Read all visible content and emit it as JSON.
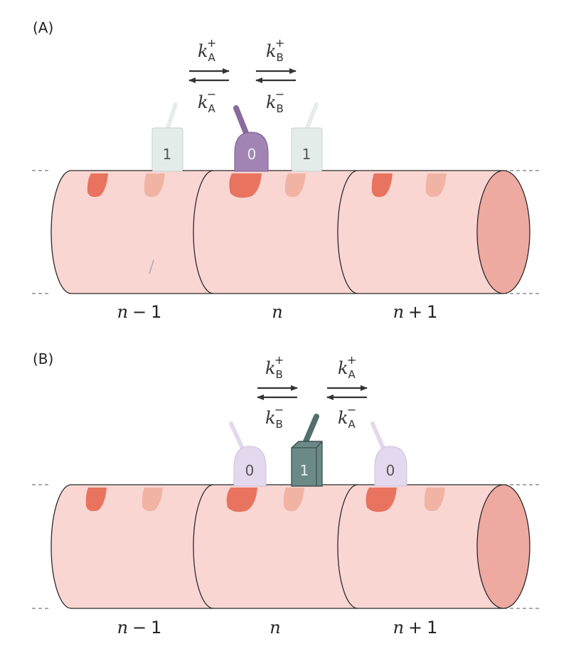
{
  "panels": [
    {
      "label": "(A)",
      "rates": [
        {
          "k": "k",
          "sub_fwd": "A",
          "sup_fwd": "+",
          "sub_rev": "A",
          "sup_rev": "−"
        },
        {
          "k": "k",
          "sub_fwd": "B",
          "sup_fwd": "+",
          "sub_rev": "B",
          "sup_rev": "−"
        }
      ],
      "subunits": [
        {
          "state": "1",
          "style": "pale-green"
        },
        {
          "state": "0",
          "style": "purple"
        },
        {
          "state": "1",
          "style": "pale-green"
        }
      ],
      "segments": [
        {
          "var": "n",
          "op": "−",
          "num": "1"
        },
        {
          "var": "n",
          "op": "",
          "num": ""
        },
        {
          "var": "n",
          "op": "+",
          "num": "1"
        }
      ]
    },
    {
      "label": "(B)",
      "rates": [
        {
          "k": "k",
          "sub_fwd": "B",
          "sup_fwd": "+",
          "sub_rev": "B",
          "sup_rev": "−"
        },
        {
          "k": "k",
          "sub_fwd": "A",
          "sup_fwd": "+",
          "sub_rev": "A",
          "sup_rev": "−"
        }
      ],
      "subunits": [
        {
          "state": "0",
          "style": "pale-purple"
        },
        {
          "state": "1",
          "style": "teal"
        },
        {
          "state": "0",
          "style": "pale-purple"
        }
      ],
      "segments": [
        {
          "var": "n",
          "op": "−",
          "num": "1"
        },
        {
          "var": "n",
          "op": "",
          "num": ""
        },
        {
          "var": "n",
          "op": "+",
          "num": "1"
        }
      ]
    }
  ],
  "colors": {
    "cylinder_fill": "#f9d6d2",
    "cylinder_end": "#eea9a0",
    "spot_dark": "#e8735f",
    "spot_light": "#f1b4a4",
    "pale_green": "#e3ece9",
    "purple": "#a184b4",
    "pale_purple": "#e4d8ee",
    "teal": "#6b8a87"
  }
}
